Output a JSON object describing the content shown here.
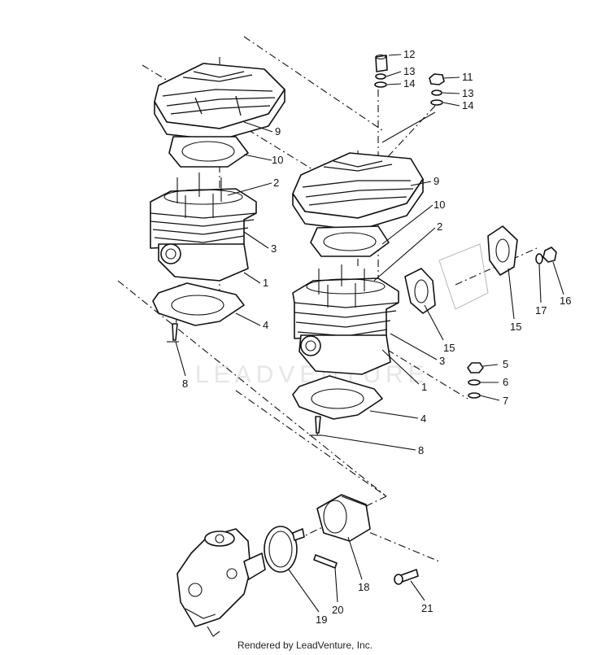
{
  "diagram": {
    "watermark": "LEADVENTURE",
    "footer": "Rendered by LeadVenture, Inc.",
    "callouts": [
      {
        "id": "c12",
        "label": "12"
      },
      {
        "id": "c13a",
        "label": "13"
      },
      {
        "id": "c14a",
        "label": "14"
      },
      {
        "id": "c11",
        "label": "11"
      },
      {
        "id": "c13b",
        "label": "13"
      },
      {
        "id": "c14b",
        "label": "14"
      },
      {
        "id": "c9a",
        "label": "9"
      },
      {
        "id": "c10a",
        "label": "10"
      },
      {
        "id": "c2a",
        "label": "2"
      },
      {
        "id": "c3a",
        "label": "3"
      },
      {
        "id": "c1a",
        "label": "1"
      },
      {
        "id": "c4a",
        "label": "4"
      },
      {
        "id": "c8a",
        "label": "8"
      },
      {
        "id": "c9b",
        "label": "9"
      },
      {
        "id": "c10b",
        "label": "10"
      },
      {
        "id": "c2b",
        "label": "2"
      },
      {
        "id": "c15a",
        "label": "15"
      },
      {
        "id": "c15b",
        "label": "15"
      },
      {
        "id": "c17",
        "label": "17"
      },
      {
        "id": "c16",
        "label": "16"
      },
      {
        "id": "c3b",
        "label": "3"
      },
      {
        "id": "c1b",
        "label": "1"
      },
      {
        "id": "c5",
        "label": "5"
      },
      {
        "id": "c6",
        "label": "6"
      },
      {
        "id": "c7",
        "label": "7"
      },
      {
        "id": "c4b",
        "label": "4"
      },
      {
        "id": "c8b",
        "label": "8"
      },
      {
        "id": "c18",
        "label": "18"
      },
      {
        "id": "c19",
        "label": "19"
      },
      {
        "id": "c20",
        "label": "20"
      },
      {
        "id": "c21",
        "label": "21"
      }
    ]
  }
}
